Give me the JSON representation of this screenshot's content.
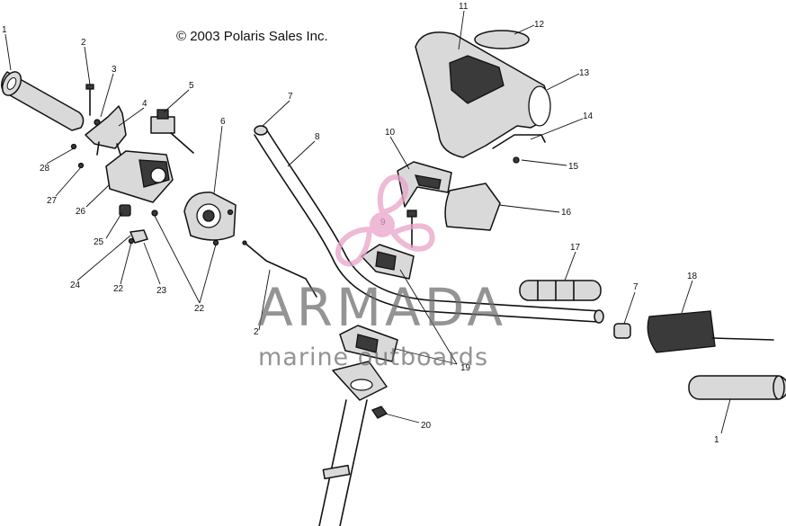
{
  "header": {
    "copyright": "© 2003 Polaris Sales Inc."
  },
  "watermark": {
    "brand": "ARMADA",
    "tagline": "marine outboards",
    "accent_color": "#e9a3c9"
  },
  "callouts": [
    {
      "id": "c1a",
      "text": "1"
    },
    {
      "id": "c2a",
      "text": "2"
    },
    {
      "id": "c3",
      "text": "3"
    },
    {
      "id": "c4",
      "text": "4"
    },
    {
      "id": "c5",
      "text": "5"
    },
    {
      "id": "c6",
      "text": "6"
    },
    {
      "id": "c7a",
      "text": "7"
    },
    {
      "id": "c8",
      "text": "8"
    },
    {
      "id": "c9",
      "text": "9"
    },
    {
      "id": "c10",
      "text": "10"
    },
    {
      "id": "c11",
      "text": "11"
    },
    {
      "id": "c12",
      "text": "12"
    },
    {
      "id": "c13",
      "text": "13"
    },
    {
      "id": "c14",
      "text": "14"
    },
    {
      "id": "c15",
      "text": "15"
    },
    {
      "id": "c16",
      "text": "16"
    },
    {
      "id": "c17",
      "text": "17"
    },
    {
      "id": "c7b",
      "text": "7"
    },
    {
      "id": "c18",
      "text": "18"
    },
    {
      "id": "c1b",
      "text": "1"
    },
    {
      "id": "c20",
      "text": "20"
    },
    {
      "id": "c19",
      "text": "19"
    },
    {
      "id": "c2b",
      "text": "2"
    },
    {
      "id": "c22a",
      "text": "22"
    },
    {
      "id": "c22b",
      "text": "22"
    },
    {
      "id": "c23",
      "text": "23"
    },
    {
      "id": "c24",
      "text": "24"
    },
    {
      "id": "c25",
      "text": "25"
    },
    {
      "id": "c26",
      "text": "26"
    },
    {
      "id": "c27",
      "text": "27"
    },
    {
      "id": "c28",
      "text": "28"
    }
  ]
}
